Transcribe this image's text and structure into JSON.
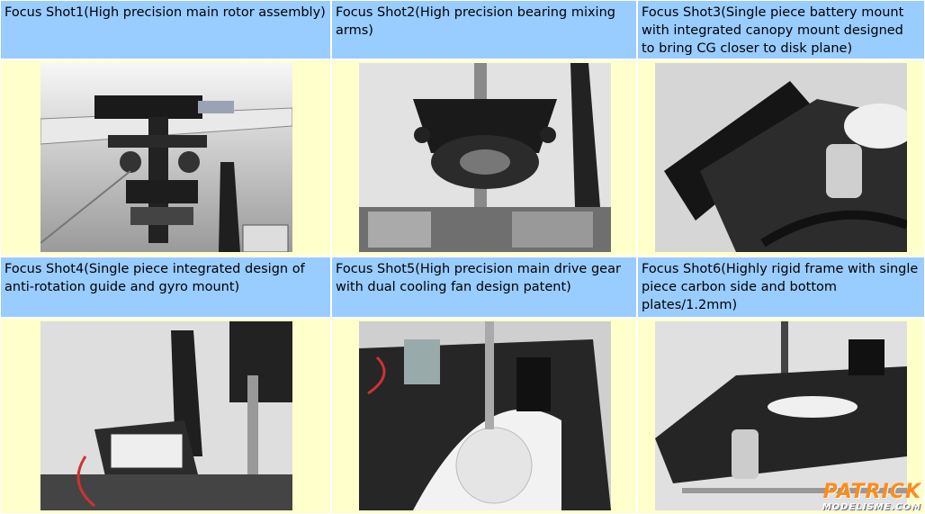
{
  "shots": [
    {
      "caption": "Focus Shot1(High precision main rotor assembly)",
      "icon": "main-rotor-photo"
    },
    {
      "caption": "Focus Shot2(High precision bearing mixing arms)",
      "icon": "mixing-arms-photo"
    },
    {
      "caption": "Focus Shot3(Single piece battery mount with integrated canopy mount designed to bring CG closer to disk plane)",
      "icon": "battery-mount-photo"
    },
    {
      "caption": "Focus Shot4(Single piece integrated design of anti-rotation guide and gyro mount)",
      "icon": "gyro-mount-photo"
    },
    {
      "caption": "Focus Shot5(High precision main drive gear with dual cooling fan design patent)",
      "icon": "drive-gear-photo"
    },
    {
      "caption": "Focus Shot6(Highly rigid frame with single piece carbon side and bottom plates/1.2mm)",
      "icon": "carbon-frame-photo"
    }
  ],
  "watermark": {
    "line1": "PATRICK",
    "line2": "MODELISME.COM"
  },
  "colors": {
    "caption_bg": "#99ccff",
    "photo_bg": "#ffffcc",
    "border": "#ffffff"
  }
}
